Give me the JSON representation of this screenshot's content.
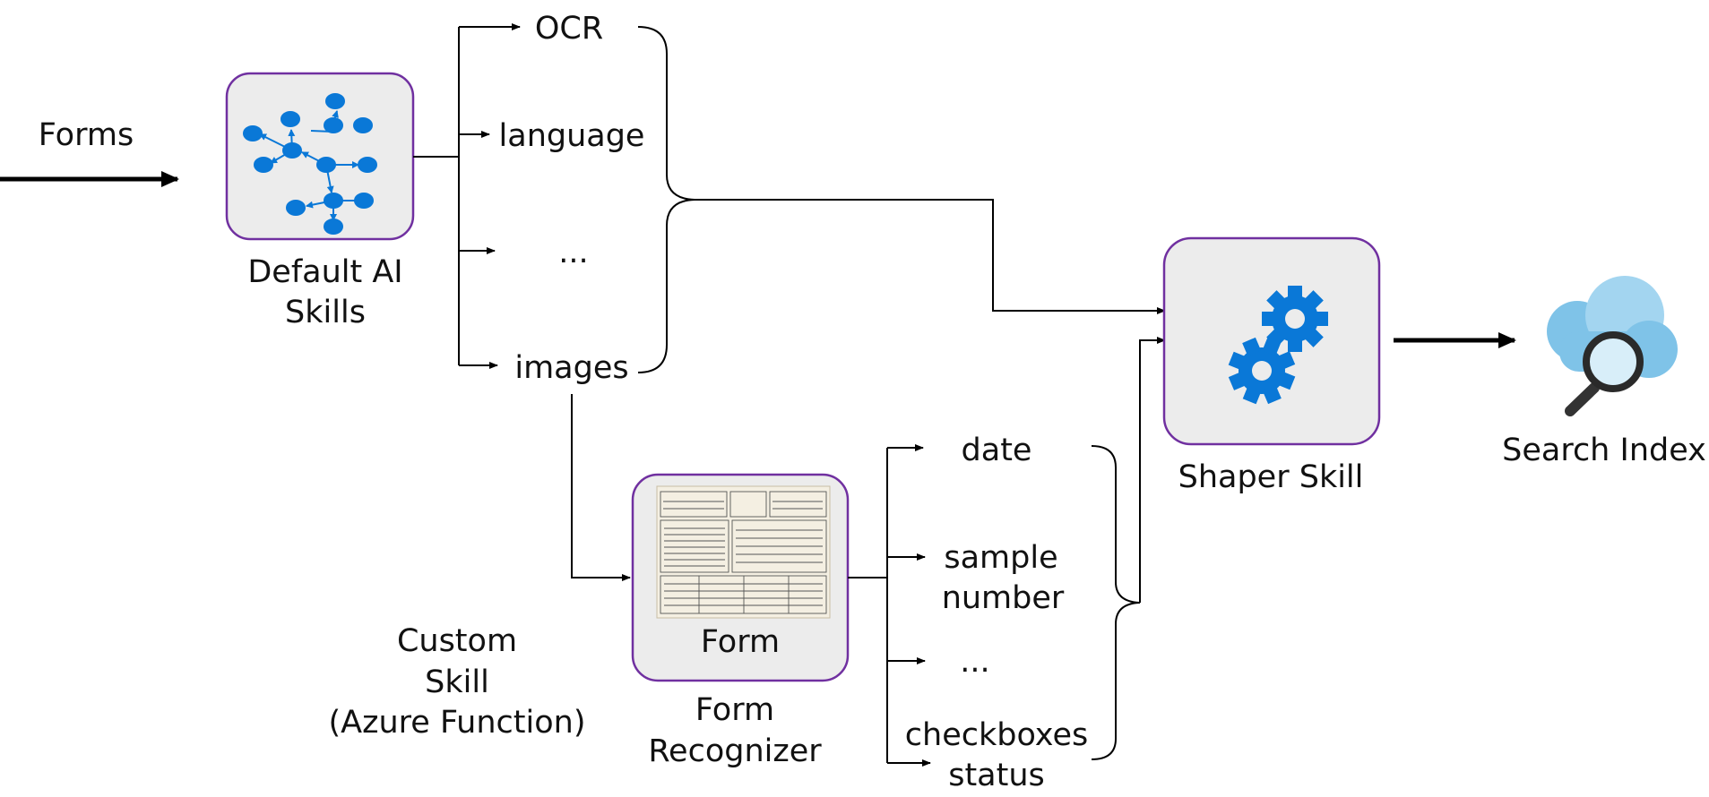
{
  "input": {
    "label": "Forms"
  },
  "default_skills": {
    "label_line1": "Default AI",
    "label_line2": "Skills",
    "icon": "network-graph-icon"
  },
  "outputs": {
    "ocr": "OCR",
    "language": "language",
    "ellipsis": "...",
    "images": "images"
  },
  "custom_skill": {
    "line1": "Custom",
    "line2": "Skill",
    "line3": "(Azure Function)"
  },
  "form_recognizer": {
    "card_label": "Form",
    "line1": "Form",
    "line2": "Recognizer",
    "icon": "form-document-icon"
  },
  "form_outputs": {
    "date": "date",
    "sample_line1": "sample",
    "sample_line2": "number",
    "ellipsis": "...",
    "checkbox_line1": "checkboxes",
    "checkbox_line2": "status"
  },
  "shaper": {
    "label": "Shaper Skill",
    "icon": "gears-icon"
  },
  "search_index": {
    "label": "Search Index",
    "icon": "cloud-search-icon"
  },
  "colors": {
    "box_border": "#7030a0",
    "box_fill": "#ececec",
    "icon_blue": "#0a78d7",
    "line": "#000000"
  }
}
